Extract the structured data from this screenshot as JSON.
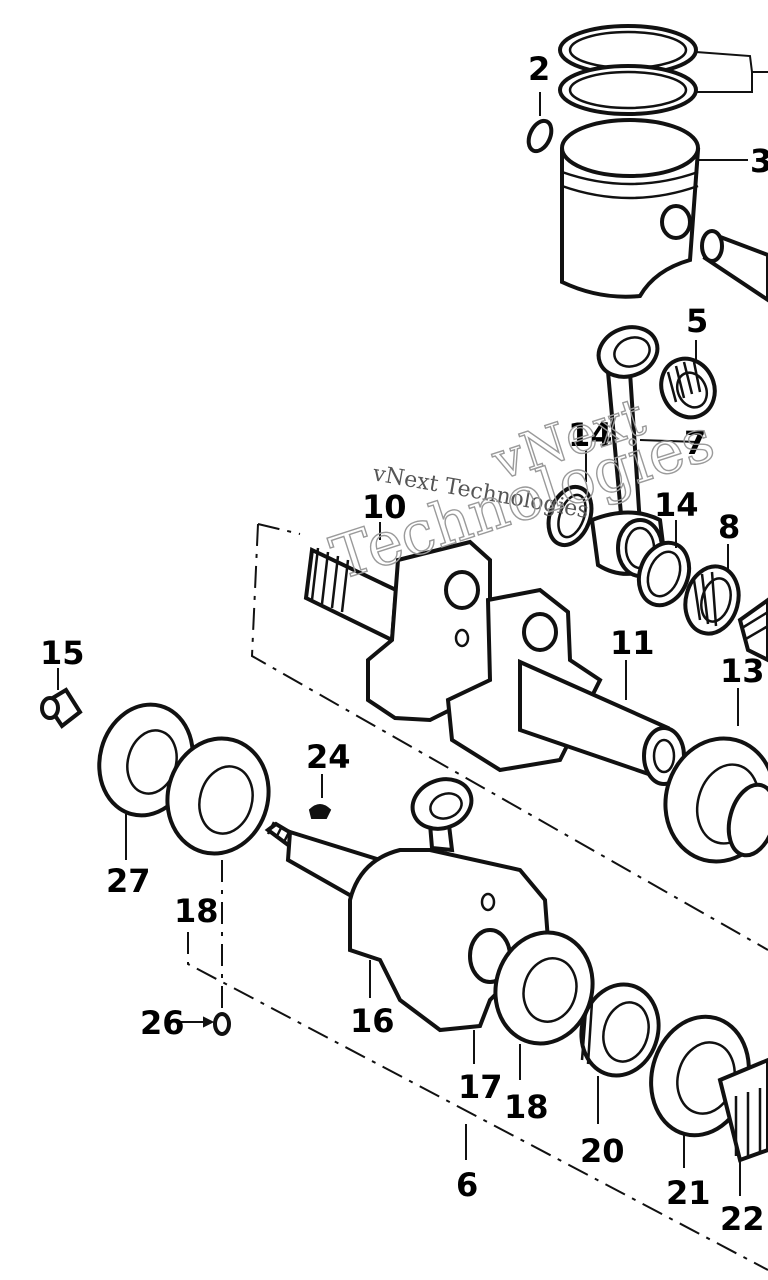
{
  "watermark": {
    "line_small": "vNext Technologies",
    "line_large_1": "vNext",
    "line_large_2": "Technologies"
  },
  "callouts": [
    {
      "id": "c2",
      "label": "2"
    },
    {
      "id": "c3",
      "label": "3"
    },
    {
      "id": "c5",
      "label": "5"
    },
    {
      "id": "c7",
      "label": "7"
    },
    {
      "id": "c14a",
      "label": "14"
    },
    {
      "id": "c14b",
      "label": "14"
    },
    {
      "id": "c8",
      "label": "8"
    },
    {
      "id": "c10",
      "label": "10"
    },
    {
      "id": "c11",
      "label": "11"
    },
    {
      "id": "c13",
      "label": "13"
    },
    {
      "id": "c15",
      "label": "15"
    },
    {
      "id": "c24",
      "label": "24"
    },
    {
      "id": "c27",
      "label": "27"
    },
    {
      "id": "c18a",
      "label": "18"
    },
    {
      "id": "c26",
      "label": "26"
    },
    {
      "id": "c16",
      "label": "16"
    },
    {
      "id": "c17",
      "label": "17"
    },
    {
      "id": "c18b",
      "label": "18"
    },
    {
      "id": "c20",
      "label": "20"
    },
    {
      "id": "c21",
      "label": "21"
    },
    {
      "id": "c22",
      "label": "22"
    },
    {
      "id": "c6",
      "label": "6"
    }
  ]
}
